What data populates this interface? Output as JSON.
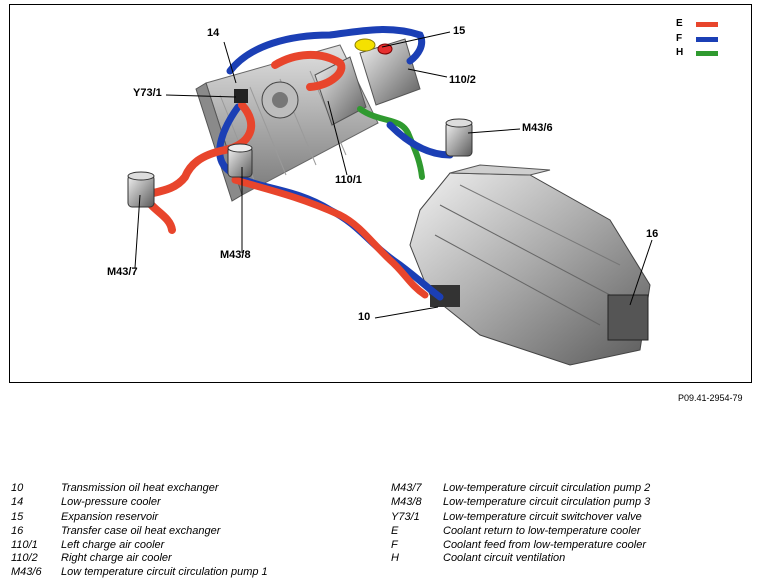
{
  "figure_ref": "P09.41-2954-79",
  "legend": {
    "items": [
      {
        "key": "E",
        "color": "#e8452c"
      },
      {
        "key": "F",
        "color": "#1b3fb5"
      },
      {
        "key": "H",
        "color": "#2f9a2f"
      }
    ]
  },
  "callouts": {
    "c10": "10",
    "c14": "14",
    "c15": "15",
    "c16": "16",
    "c110_1": "110/1",
    "c110_2": "110/2",
    "cY73_1": "Y73/1",
    "cM43_6": "M43/6",
    "cM43_7": "M43/7",
    "cM43_8": "M43/8"
  },
  "key_list": {
    "left": [
      {
        "code": "10",
        "desc": "Transmission oil heat exchanger"
      },
      {
        "code": "14",
        "desc": "Low-pressure cooler"
      },
      {
        "code": "15",
        "desc": "Expansion reservoir"
      },
      {
        "code": "16",
        "desc": "Transfer case oil heat exchanger"
      },
      {
        "code": "110/1",
        "desc": "Left charge air cooler"
      },
      {
        "code": "110/2",
        "desc": "Right charge air cooler"
      },
      {
        "code": "M43/6",
        "desc": "Low temperature circuit circulation pump 1"
      }
    ],
    "right": [
      {
        "code": "M43/7",
        "desc": "Low-temperature circuit circulation pump 2"
      },
      {
        "code": "M43/8",
        "desc": "Low-temperature circuit circulation pump 3"
      },
      {
        "code": "Y73/1",
        "desc": "Low-temperature circuit switchover valve"
      },
      {
        "code": "E",
        "desc": "Coolant return to low-temperature cooler"
      },
      {
        "code": "F",
        "desc": "Coolant feed from low-temperature cooler"
      },
      {
        "code": "H",
        "desc": "Coolant circuit ventilation"
      }
    ]
  }
}
